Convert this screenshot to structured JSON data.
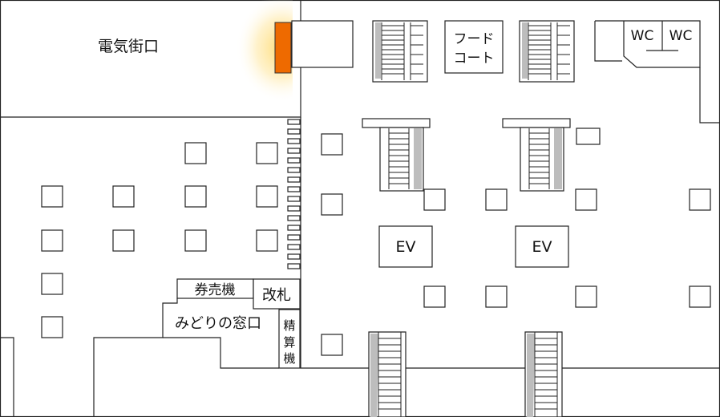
{
  "labels": {
    "denkigai_exit": "電気街口",
    "food_court_line1": "フード",
    "food_court_line2": "コート",
    "wc_left": "WC",
    "wc_right": "WC",
    "ev_left": "EV",
    "ev_right": "EV",
    "ticket_machines": "券売機",
    "ticket_gate": "改札",
    "midori_window": "みどりの窓口",
    "fare_adjust_1": "精",
    "fare_adjust_2": "算",
    "fare_adjust_3": "機"
  },
  "colors": {
    "highlight": "#ee6a00",
    "glow": "#ffd96a",
    "lines": "#222222",
    "stair_shade": "#bdbdbd"
  }
}
